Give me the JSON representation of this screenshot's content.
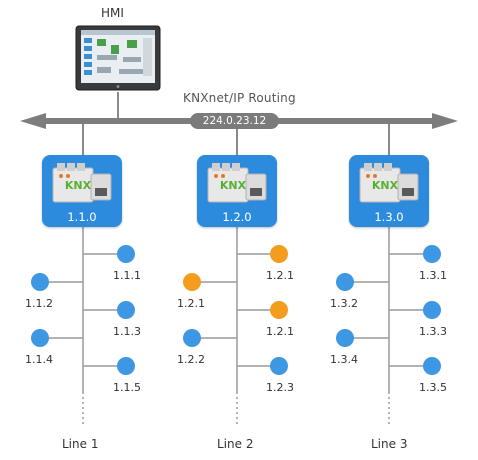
{
  "hmi": {
    "label": "HMI"
  },
  "backbone": {
    "label": "KNXnet/IP Routing",
    "address": "224.0.23.12"
  },
  "colors": {
    "device": "#3d97e2",
    "highlight": "#f39c1e",
    "coupler": "#2d8bde",
    "bus": "#7d7d7d"
  },
  "lines": [
    {
      "name": "Line 1",
      "coupler": {
        "address": "1.1.0",
        "logo_text": "KNX"
      },
      "devices": [
        {
          "address": "1.1.1",
          "highlighted": false
        },
        {
          "address": "1.1.2",
          "highlighted": false
        },
        {
          "address": "1.1.3",
          "highlighted": false
        },
        {
          "address": "1.1.4",
          "highlighted": false
        },
        {
          "address": "1.1.5",
          "highlighted": false
        }
      ]
    },
    {
      "name": "Line 2",
      "coupler": {
        "address": "1.2.0",
        "logo_text": "KNX"
      },
      "devices": [
        {
          "address": "1.2.1",
          "highlighted": true
        },
        {
          "address": "1.2.1",
          "highlighted": true
        },
        {
          "address": "1.2.1",
          "highlighted": true
        },
        {
          "address": "1.2.2",
          "highlighted": false
        },
        {
          "address": "1.2.3",
          "highlighted": false
        }
      ]
    },
    {
      "name": "Line 3",
      "coupler": {
        "address": "1.3.0",
        "logo_text": "KNX"
      },
      "devices": [
        {
          "address": "1.3.1",
          "highlighted": false
        },
        {
          "address": "1.3.2",
          "highlighted": false
        },
        {
          "address": "1.3.3",
          "highlighted": false
        },
        {
          "address": "1.3.4",
          "highlighted": false
        },
        {
          "address": "1.3.5",
          "highlighted": false
        }
      ]
    }
  ]
}
